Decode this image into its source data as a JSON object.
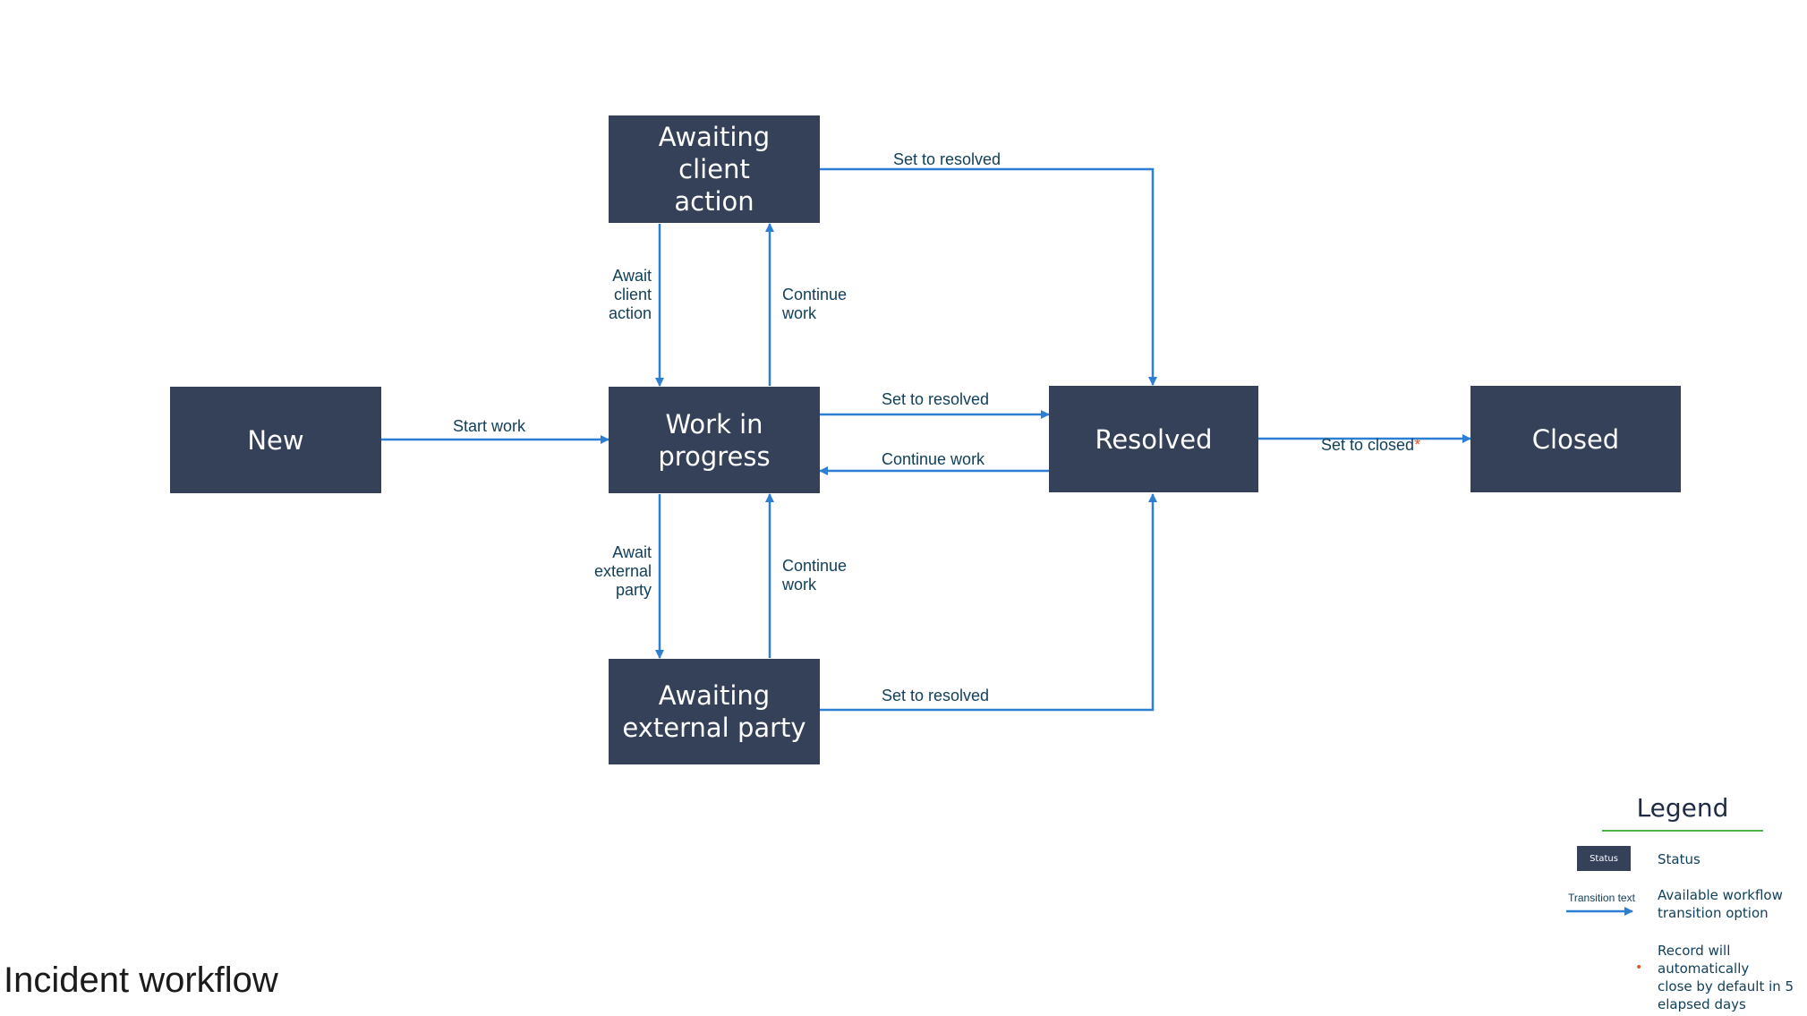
{
  "diagram": {
    "title": "Incident workflow",
    "colors": {
      "status_fill": "#354059",
      "arrow": "#2d7fd3",
      "label": "#12405a",
      "asterisk": "#e4572e"
    },
    "statuses": {
      "new": "New",
      "awaiting_client": "Awaiting client\naction",
      "work_in_progress": "Work in\nprogress",
      "resolved": "Resolved",
      "closed": "Closed",
      "awaiting_external": "Awaiting\nexternal party"
    },
    "transitions": {
      "start_work": "Start work",
      "client_resolved": "Set to resolved",
      "await_client": "Await\nclient\naction",
      "continue_from_client": "Continue\nwork",
      "wip_resolved": "Set to resolved",
      "continue_from_resolved": "Continue work",
      "set_closed": "Set to closed",
      "set_closed_marker": "*",
      "await_external": "Await\nexternal\nparty",
      "continue_from_external": "Continue\nwork",
      "external_resolved": "Set to resolved"
    }
  },
  "legend": {
    "title": "Legend",
    "status_swatch": "Status",
    "status_desc": "Status",
    "transition_sample": "Transition text",
    "transition_desc": "Available workflow\ntransition option",
    "auto_close_marker": "•",
    "auto_close_desc": "Record will automatically\nclose by default in 5\nelapsed days"
  }
}
